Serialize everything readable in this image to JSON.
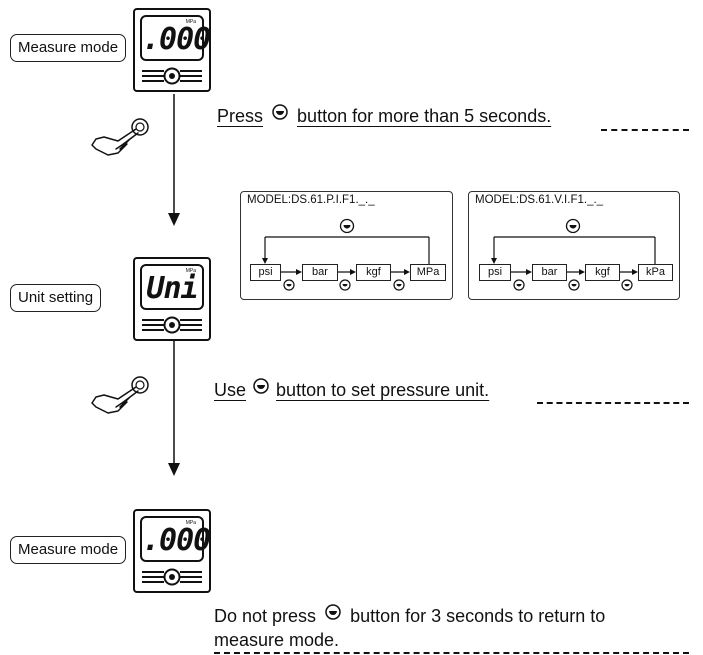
{
  "steps": {
    "step1": {
      "label": "Measure mode",
      "display": ".000",
      "unit": "MPa"
    },
    "step2": {
      "label": "Unit setting",
      "display": "Uni",
      "unit": "MPa"
    },
    "step3": {
      "label": "Measure mode",
      "display": ".000",
      "unit": "MPa"
    }
  },
  "instructions": {
    "press": {
      "before": "Press",
      "after": "button for more than 5 seconds."
    },
    "use": {
      "before": "Use",
      "after": "button to set pressure unit."
    },
    "donot": {
      "before": "Do not press",
      "after": "button for 3 seconds to return to",
      "line2": "measure mode."
    }
  },
  "models": [
    {
      "title": "MODEL:DS.61.P.I.F1._._",
      "units": [
        "psi",
        "bar",
        "kgf",
        "MPa"
      ]
    },
    {
      "title": "MODEL:DS.61.V.I.F1._._",
      "units": [
        "psi",
        "bar",
        "kgf",
        "kPa"
      ]
    }
  ],
  "colors": {
    "line": "#111111",
    "background": "#ffffff"
  },
  "icons": [
    "hand-press-icon",
    "set-button-icon",
    "arrow-down-icon"
  ]
}
